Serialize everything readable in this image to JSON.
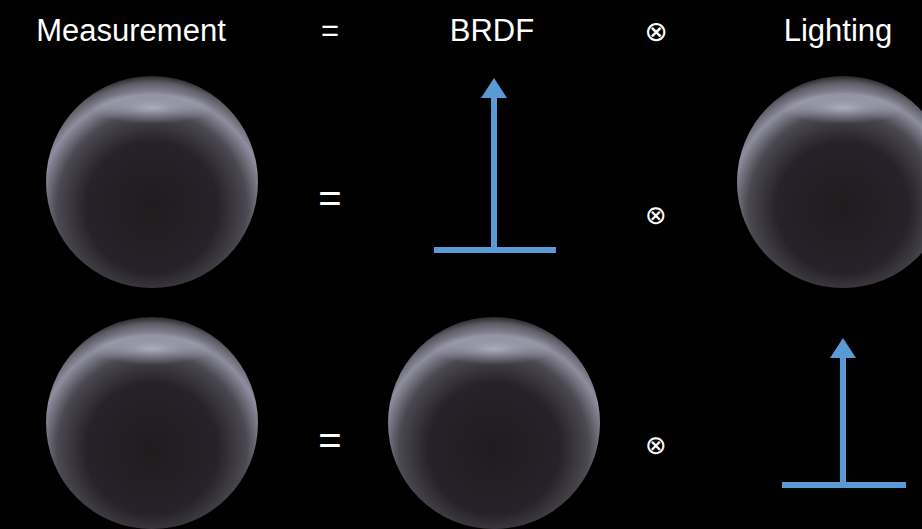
{
  "diagram": {
    "labels": [
      "Measurement",
      "=",
      "BRDF",
      "⊗",
      "Lighting",
      "=",
      "⊗",
      "=",
      "⊗"
    ]
  }
}
